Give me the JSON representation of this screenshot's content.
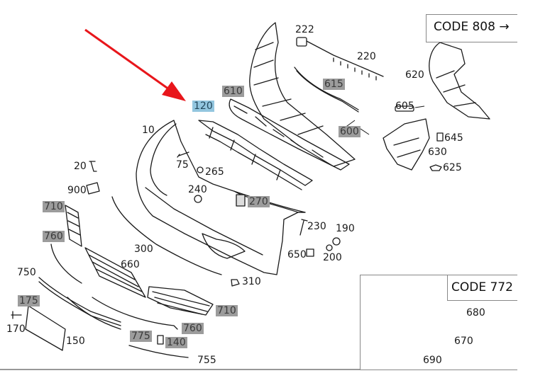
{
  "code_boxes": {
    "code_808": "CODE 808 →",
    "code_772": "CODE 772"
  },
  "parts": {
    "p222": "222",
    "p220": "220",
    "p6201": "620",
    "p610": "610",
    "p615": "615",
    "p120": "120",
    "p605": "605",
    "p600": "600",
    "p645": "645",
    "p630": "630",
    "p625": "625",
    "p10": "10",
    "p20": "20",
    "p75": "75",
    "p265": "265",
    "p900": "900",
    "p240": "240",
    "p270": "270",
    "p710a": "710",
    "p760a": "760",
    "p230": "230",
    "p190": "190",
    "p650": "650",
    "p200": "200",
    "p300": "300",
    "p660": "660",
    "p750": "750",
    "p310": "310",
    "p175": "175",
    "p710b": "710",
    "p680": "680",
    "p170": "170",
    "p760b": "760",
    "p775": "775",
    "p150": "150",
    "p140": "140",
    "p670": "670",
    "p755": "755",
    "p690": "690"
  },
  "colors": {
    "arrow": "#e8161b",
    "highlight_grey": "#9c9c9c",
    "highlight_blue": "#93c6df",
    "line": "#1a1a1a"
  }
}
